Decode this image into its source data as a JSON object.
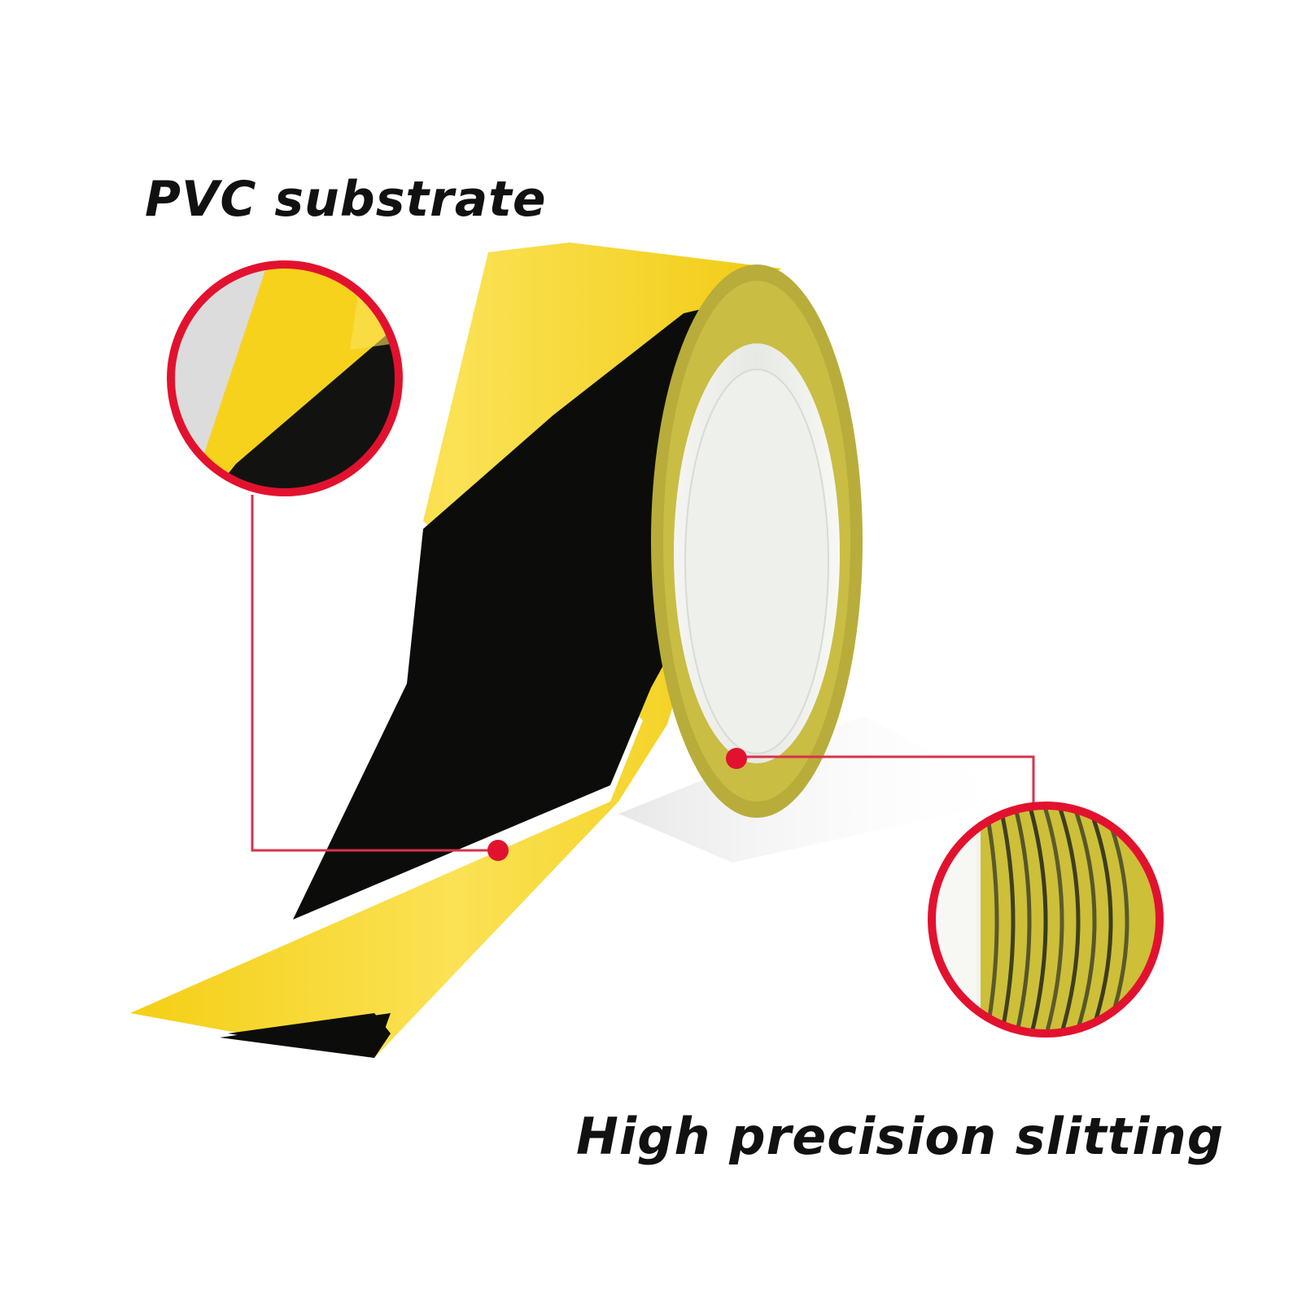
{
  "labels": {
    "pvc": "PVC substrate",
    "slitting": "High precision slitting"
  },
  "colors": {
    "yellow": "#f7d521",
    "yellow_light": "#fbe46a",
    "black": "#0c0d0b",
    "accent_red": "#e2122f",
    "callout_line": "#d9314a",
    "core": "#e9ece5"
  },
  "icons": {
    "tape_roll": "hazard-tape-roll",
    "zoom_surface": "magnifier-circle-surface",
    "zoom_edge": "magnifier-circle-edge"
  }
}
